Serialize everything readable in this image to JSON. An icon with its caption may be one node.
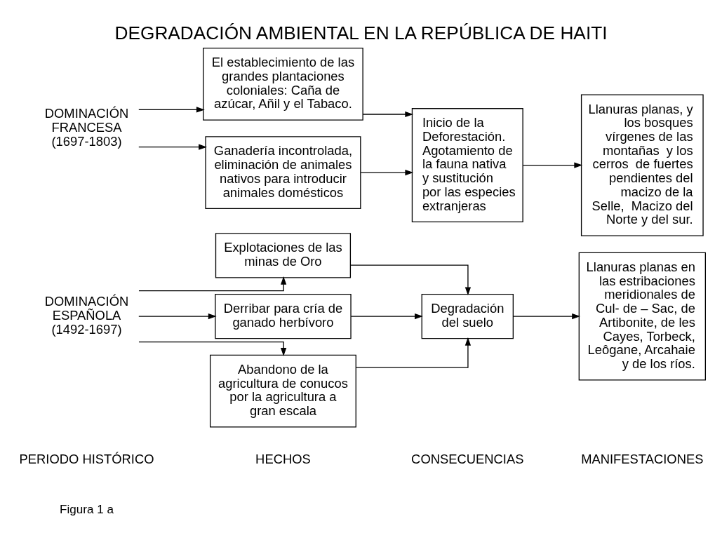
{
  "diagram": {
    "title": "DEGRADACIÓN AMBIENTAL EN LA REPÚBLICA DE HAITI",
    "nodes": [
      {
        "text": [
          "DOMINACIÓN ESPAÑOLA (1492-1697)"
        ]
      },
      {
        "text": [
          "Explotaciones de las minas de Oro"
        ]
      },
      {
        "text": [
          "Derribar para cría de ganado herbívoro"
        ]
      },
      {
        "text": [
          "Abandono de la agricultura de conucos por la agricultura a gran escala"
        ]
      },
      {
        "text": [
          "Degradación del suelo"
        ]
      },
      {
        "text": [
          "Llanuras planas en las estribaciones meridionales de Cul- de – Sac, de Artibonite, de les Cayes, Torbeck, Leôgane, Arcahaie y de los ríos."
        ]
      },
      {
        "text": [
          "DOMINACIÓN FRANCESA (1697-1803)"
        ]
      },
      {
        "text": [
          "El establecimiento de las grandes plantaciones coloniales: Caña de azúcar, Añil y el Tabaco."
        ]
      },
      {
        "text": [
          "Ganadería incontrolada, eliminación de animales nativos para introducir animales domésticos"
        ]
      },
      {
        "text": [
          "Inicio de la Deforestación. Agotamiento de la fauna nativa y sustitución por las especies extranjeras"
        ]
      },
      {
        "text": [
          "Llanuras planas, y los bosques vírgenes de las montañas  y los cerros  de fuertes pendientes del macizo de la Selle,  Macizo del Norte y del sur."
        ]
      }
    ],
    "edges": [
      {
        "from": 0,
        "to": 1,
        "arrow": "to"
      },
      {
        "from": 0,
        "to": 2,
        "arrow": "to"
      },
      {
        "from": 0,
        "to": 3,
        "arrow": "to"
      },
      {
        "from": 1,
        "to": 4,
        "arrow": "to"
      },
      {
        "from": 2,
        "to": 4,
        "arrow": "to"
      },
      {
        "from": 3,
        "to": 4,
        "arrow": "to"
      },
      {
        "from": 4,
        "to": 5,
        "arrow": "to"
      },
      {
        "from": 6,
        "to": 7,
        "arrow": "to"
      },
      {
        "from": 6,
        "to": 8,
        "arrow": "to"
      },
      {
        "from": 7,
        "to": 9,
        "arrow": "to"
      },
      {
        "from": 8,
        "to": 9,
        "arrow": "to"
      },
      {
        "from": 9,
        "to": 10,
        "arrow": "to"
      }
    ],
    "labels": [
      "Figura 1 a",
      "PERIODO HISTÓRICO",
      "HECHOS",
      "CONSECUENCIAS",
      "MANIFESTACIONES"
    ]
  }
}
